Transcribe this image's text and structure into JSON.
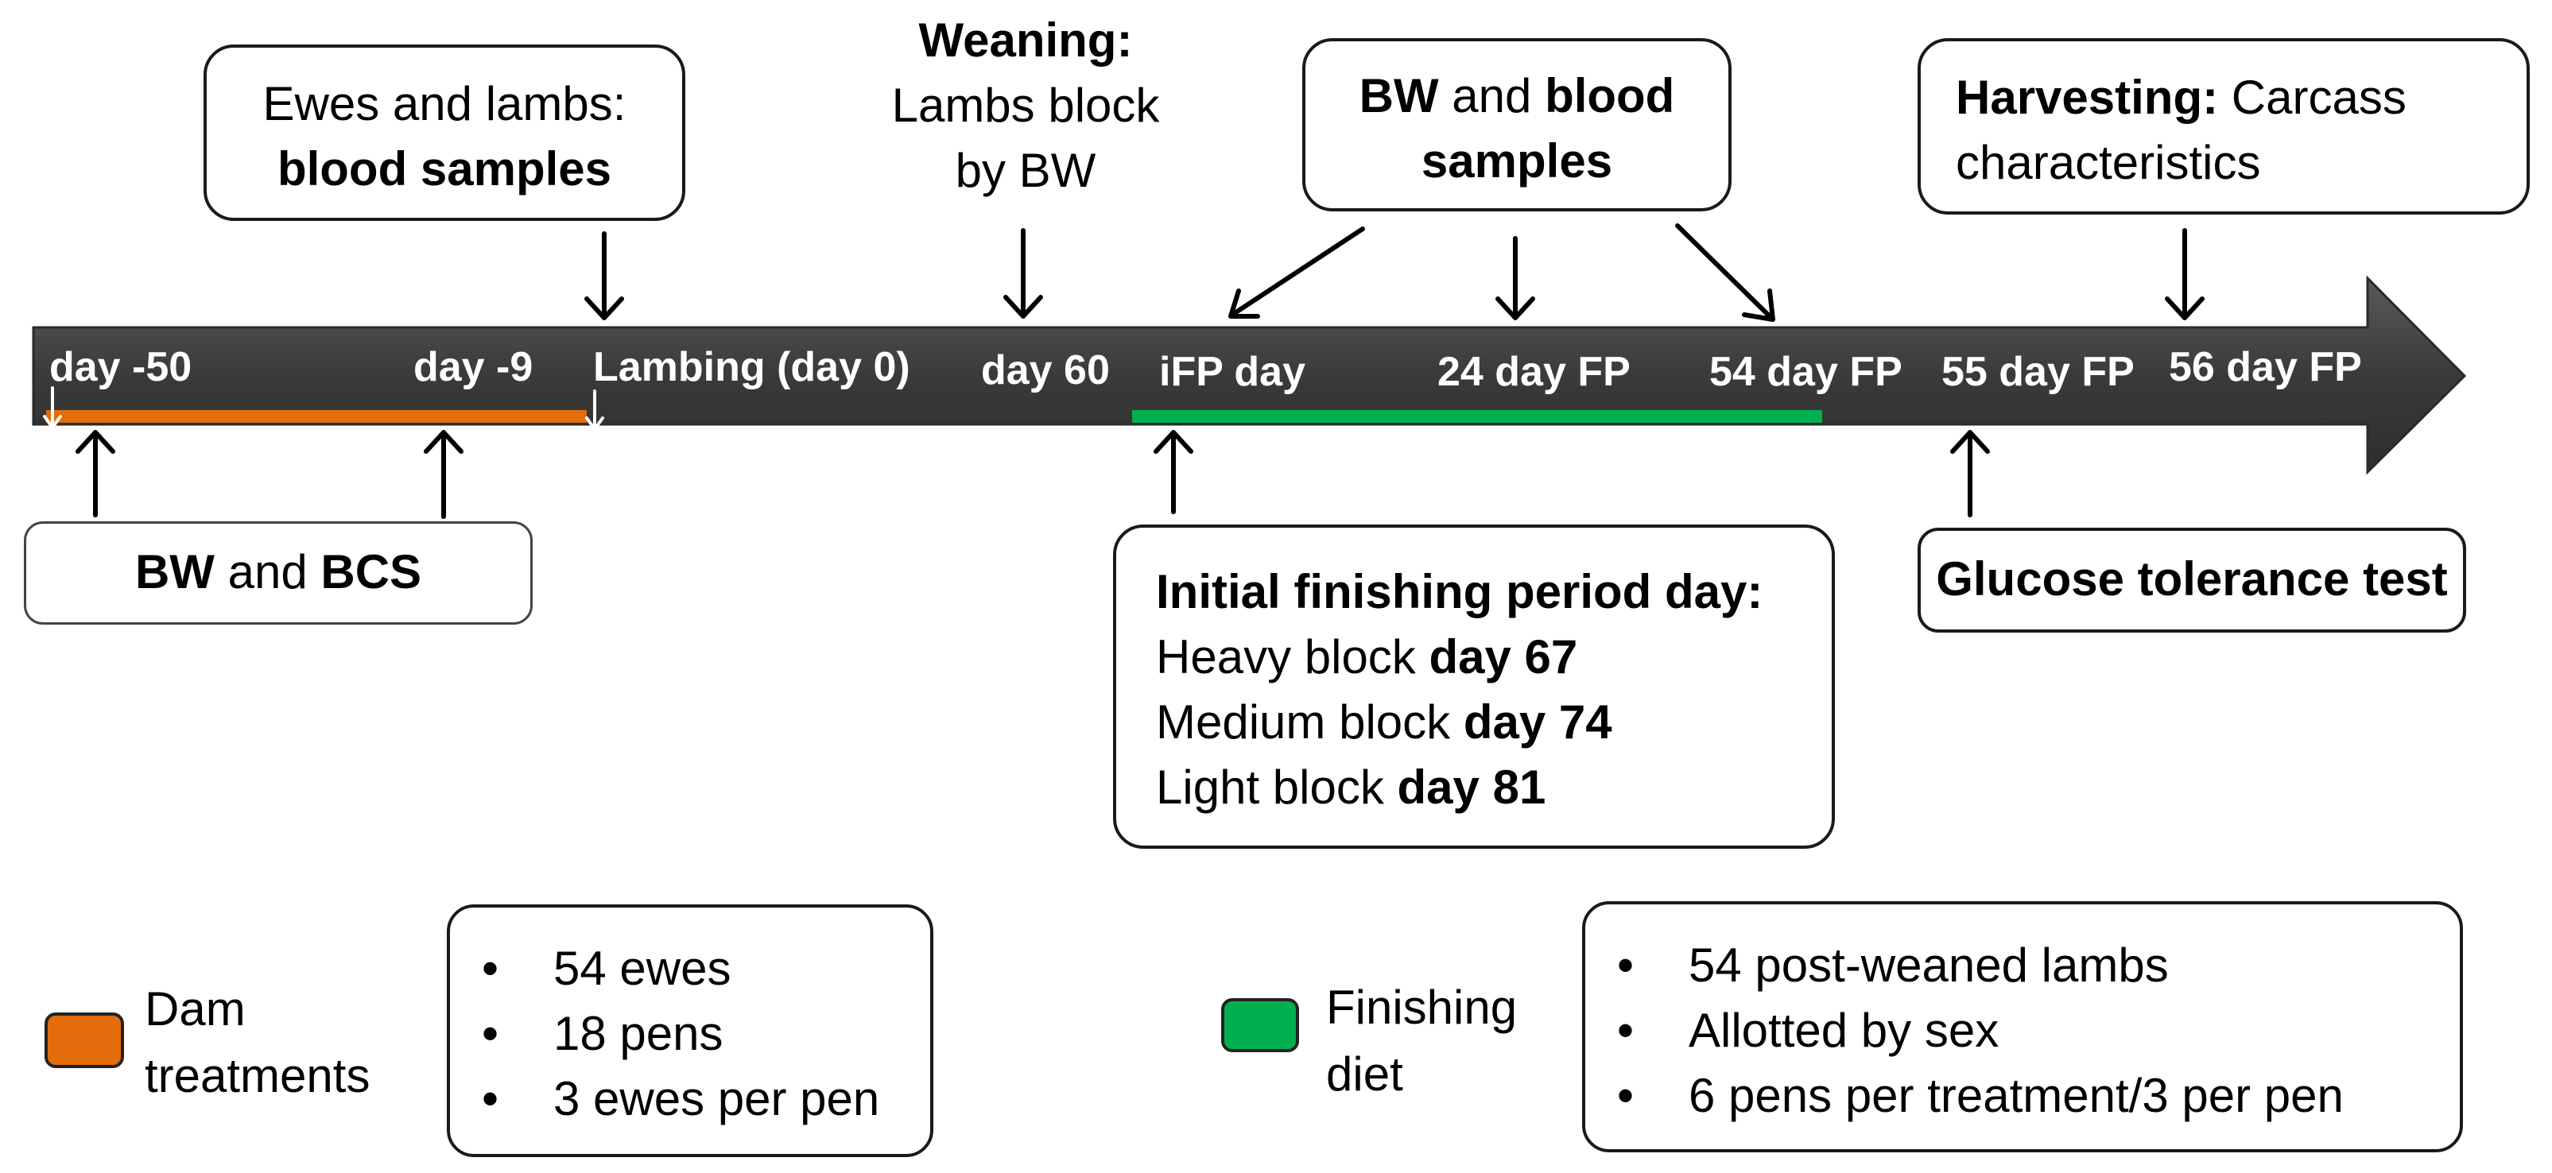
{
  "timeline": {
    "bar_color": "#404040",
    "dam_bar_color": "#E46C0A",
    "finishing_bar_color": "#00B050",
    "ticks": {
      "day_m50": "day -50",
      "day_m9": "day -9",
      "lambing": "Lambing (day 0)",
      "day60": "day 60",
      "ifp": "iFP day",
      "fp24": "24 day FP",
      "fp54": "54 day FP",
      "fp55": "55 day FP",
      "fp56": "56 day FP"
    }
  },
  "boxes": {
    "ewes_lambs": {
      "line1": "Ewes and lambs:",
      "line2": "blood samples"
    },
    "weaning": {
      "title": "Weaning:",
      "line1": "Lambs block",
      "line2": "by BW"
    },
    "bw_blood": {
      "bw": "BW",
      "and": " and ",
      "blood": "blood",
      "samples": "samples"
    },
    "harvest": {
      "title": "Harvesting:",
      "rest": " Carcass",
      "line2": "characteristics"
    },
    "bw_bcs": {
      "bw": "BW",
      "and": " and ",
      "bcs": "BCS"
    },
    "initial_fp": {
      "title": "Initial finishing period day:",
      "rows": [
        {
          "label": "Heavy block ",
          "day": "day 67"
        },
        {
          "label": "Medium block ",
          "day": "day 74"
        },
        {
          "label": "Light block ",
          "day": "day 81"
        }
      ]
    },
    "glucose": {
      "label": "Glucose tolerance test"
    }
  },
  "legend": {
    "dam": {
      "color": "#E46C0A",
      "line1": "Dam",
      "line2": "treatments"
    },
    "finishing": {
      "color": "#00B050",
      "line1": "Finishing",
      "line2": "diet"
    }
  },
  "info_boxes": {
    "ewes": {
      "bullet": "•",
      "items": [
        "54 ewes",
        "18 pens",
        "3 ewes per pen"
      ]
    },
    "lambs": {
      "bullet": "•",
      "items": [
        "54 post-weaned lambs",
        "Allotted by sex",
        "6 pens per treatment/3 per pen"
      ]
    }
  }
}
